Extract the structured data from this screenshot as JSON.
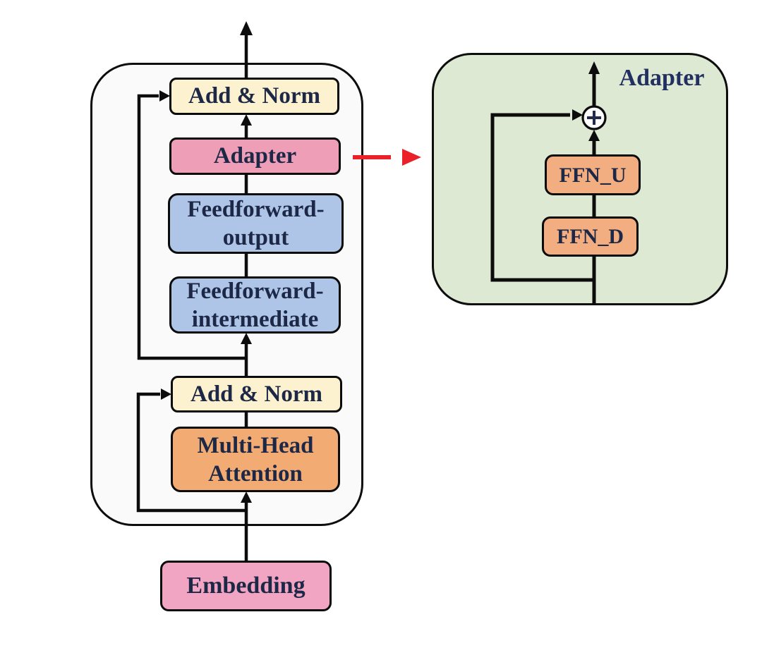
{
  "colors": {
    "page_background": "#ffffff",
    "encoder_panel_fill": "#fafafa",
    "detail_panel_fill": "#dde9d2",
    "add_norm_fill": "#fcf2d0",
    "adapter_fill": "#ef9eb7",
    "feedforward_fill": "#aec5e8",
    "attention_fill": "#f1ab73",
    "embedding_fill": "#f2a5c2",
    "ffn_fill": "#f2ae80",
    "outline_black": "#0d0d0d",
    "text_navy": "#1d2746",
    "red_dashed_arrow": "#ea2128"
  },
  "blocks": {
    "encoder": {
      "add_norm_top": "Add & Norm",
      "adapter": "Adapter",
      "feedforward_output": [
        "Feedforward-",
        "output"
      ],
      "feedforward_intermediate": [
        "Feedforward-",
        "intermediate"
      ],
      "add_norm_bottom": "Add & Norm",
      "multi_head_attention": [
        "Multi-Head",
        "Attention"
      ],
      "embedding": "Embedding"
    },
    "adapter_detail": {
      "title": "Adapter",
      "ffn_u": "FFN_U",
      "ffn_d": "FFN_D",
      "sum_operator": "⊕"
    }
  },
  "edges": [
    {
      "from": "embedding",
      "to": "multi_head_attention",
      "style": "black-arrow"
    },
    {
      "from": "input",
      "to": "add_norm_bottom",
      "style": "residual-skip-arrow"
    },
    {
      "from": "multi_head_attention",
      "to": "add_norm_bottom",
      "style": "black-line"
    },
    {
      "from": "add_norm_bottom",
      "to": "feedforward_intermediate",
      "style": "black-arrow"
    },
    {
      "from": "add_norm_bottom_output",
      "to": "add_norm_top",
      "style": "residual-skip-arrow"
    },
    {
      "from": "feedforward_intermediate",
      "to": "feedforward_output",
      "style": "black-line"
    },
    {
      "from": "feedforward_output",
      "to": "adapter",
      "style": "black-line"
    },
    {
      "from": "adapter",
      "to": "add_norm_top",
      "style": "black-arrow"
    },
    {
      "from": "add_norm_top",
      "to": "output",
      "style": "black-arrow"
    },
    {
      "from": "adapter",
      "to": "adapter_detail_panel",
      "style": "red-dashed-arrow"
    },
    {
      "from": "detail_input",
      "to": "ffn_d",
      "style": "black-line"
    },
    {
      "from": "ffn_d",
      "to": "ffn_u",
      "style": "black-line"
    },
    {
      "from": "ffn_u",
      "to": "sum_operator",
      "style": "black-arrow"
    },
    {
      "from": "detail_input",
      "to": "sum_operator",
      "style": "residual-skip-arrow"
    },
    {
      "from": "sum_operator",
      "to": "detail_output",
      "style": "black-arrow"
    }
  ]
}
